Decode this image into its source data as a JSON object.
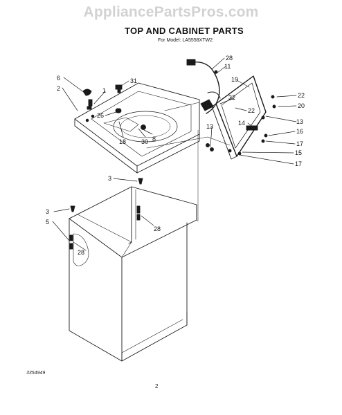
{
  "watermark": "AppliancePartsPros.com",
  "header": {
    "title": "TOP AND CABINET PARTS",
    "subtitle": "For Model: LA5558XTW2"
  },
  "footer": {
    "document_number": "3354949",
    "page_number": "2"
  },
  "callouts": {
    "c6": "6",
    "c2": "2",
    "c1": "1",
    "c31": "31",
    "c26": "26",
    "c18": "18",
    "c30": "30",
    "c8": "8",
    "c28a": "28",
    "c11": "11",
    "c19": "19",
    "c32": "32",
    "c22a": "22",
    "c22b": "22",
    "c20": "20",
    "c14": "14",
    "c13a": "13",
    "c13b": "13",
    "c16": "16",
    "c17a": "17",
    "c15": "15",
    "c17b": "17",
    "c3a": "3",
    "c28b": "28",
    "c3b": "3",
    "c5": "5",
    "c28c": "28"
  }
}
